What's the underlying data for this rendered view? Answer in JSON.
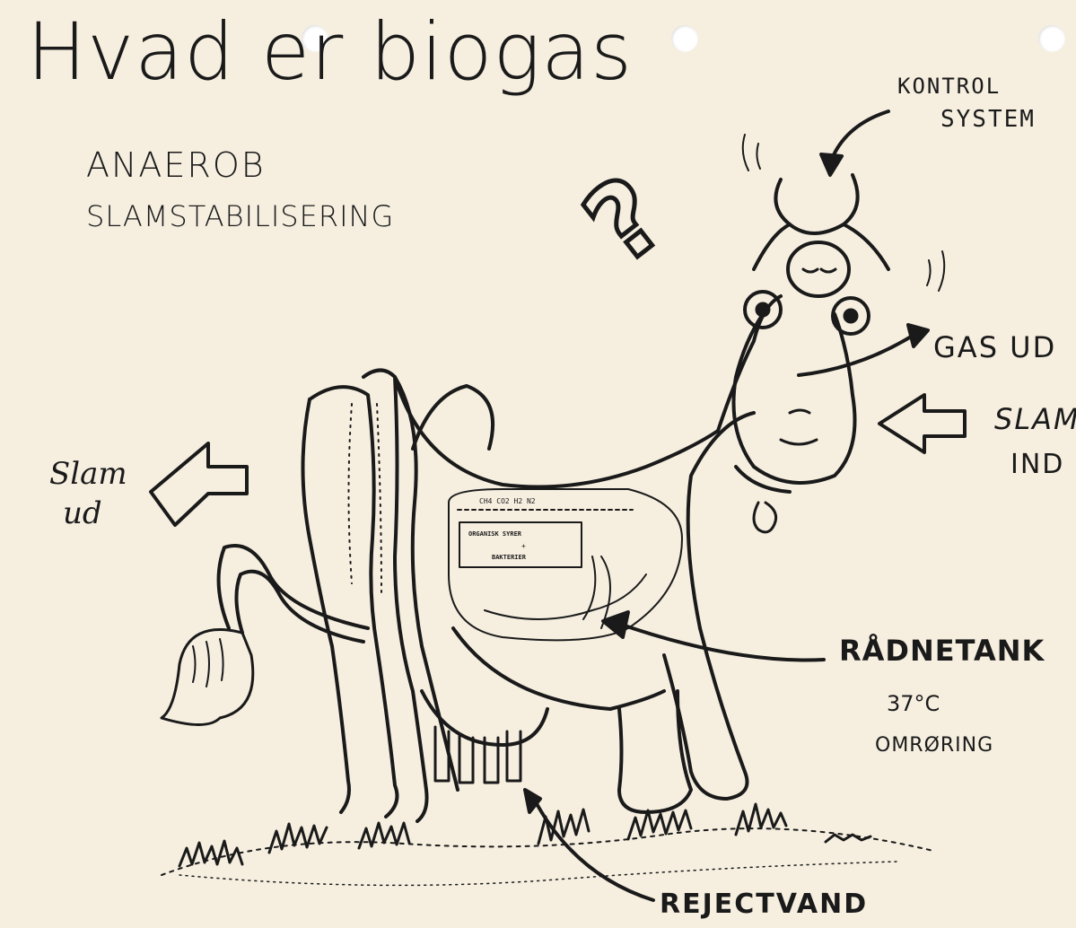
{
  "title": "Hvad er biogas",
  "subtitle_line1": "ANAEROB",
  "subtitle_line2": "SLAMSTABILISERING",
  "labels": {
    "kontrol_line1": "KONTROL",
    "kontrol_line2": "SYSTEM",
    "gas_ud": "GAS UD",
    "slam_ind_line1": "SLAM",
    "slam_ind_line2": "IND",
    "slam_ud_line1": "Slam",
    "slam_ud_line2": "ud",
    "raadnetank": "RÅDNETANK",
    "temperature": "37°C",
    "omroering": "OMRØRING",
    "rejectvand": "REJECTVAND",
    "question_mark": "?"
  },
  "tank_inset": {
    "gas_components": "CH4 CO2 H2 N2",
    "box_line1": "ORGANISK SYRER",
    "box_line2": "+",
    "box_line3": "BAKTERIER"
  }
}
